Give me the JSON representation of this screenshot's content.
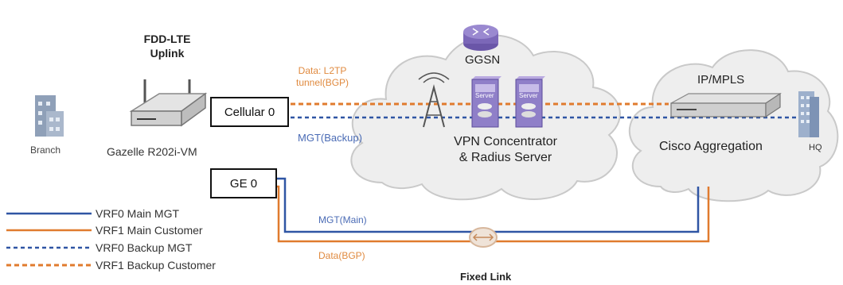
{
  "colors": {
    "main_mgt": "#2f55a4",
    "main_customer": "#e07b2e",
    "backup_mgt": "#2f55a4",
    "backup_customer": "#e07b2e",
    "cloud_fill": "#eeeeee",
    "cloud_stroke": "#c9c9c9"
  },
  "labels": {
    "uplink_title_line1": "FDD-LTE",
    "uplink_title_line2": "Uplink",
    "cellular": "Cellular 0",
    "ge": "GE 0",
    "router_name": "Gazelle R202i-VM",
    "branch": "Branch",
    "data_l2tp_line1": "Data: L2TP",
    "data_l2tp_line2": "tunnel(BGP)",
    "mgt_backup": "MGT(Backup)",
    "ggsn": "GGSN",
    "vpn_line1": "VPN Concentrator",
    "vpn_line2": "& Radius Server",
    "server1": "Server",
    "server2": "Server",
    "ipmpls": "IP/MPLS",
    "cisco": "Cisco Aggregation",
    "hq": "HQ",
    "mgt_main": "MGT(Main)",
    "data_bgp": "Data(BGP)",
    "fixed_link": "Fixed Link"
  },
  "legend": [
    {
      "label": "VRF0 Main MGT",
      "style": "solid",
      "color": "#2f55a4"
    },
    {
      "label": "VRF1 Main Customer",
      "style": "solid",
      "color": "#e07b2e"
    },
    {
      "label": "VRF0 Backup MGT",
      "style": "dashed",
      "color": "#2f55a4"
    },
    {
      "label": "VRF1 Backup Customer",
      "style": "dashed",
      "color": "#e07b2e"
    }
  ],
  "icons": {
    "branch": "branch-building-icon",
    "router": "router-device-icon",
    "tower": "cell-tower-icon",
    "ggsn": "ggsn-router-icon",
    "server": "server-icon",
    "aggregation": "aggregation-switch-icon",
    "hq": "hq-building-icon",
    "fixed_link": "fixed-link-router-icon"
  }
}
